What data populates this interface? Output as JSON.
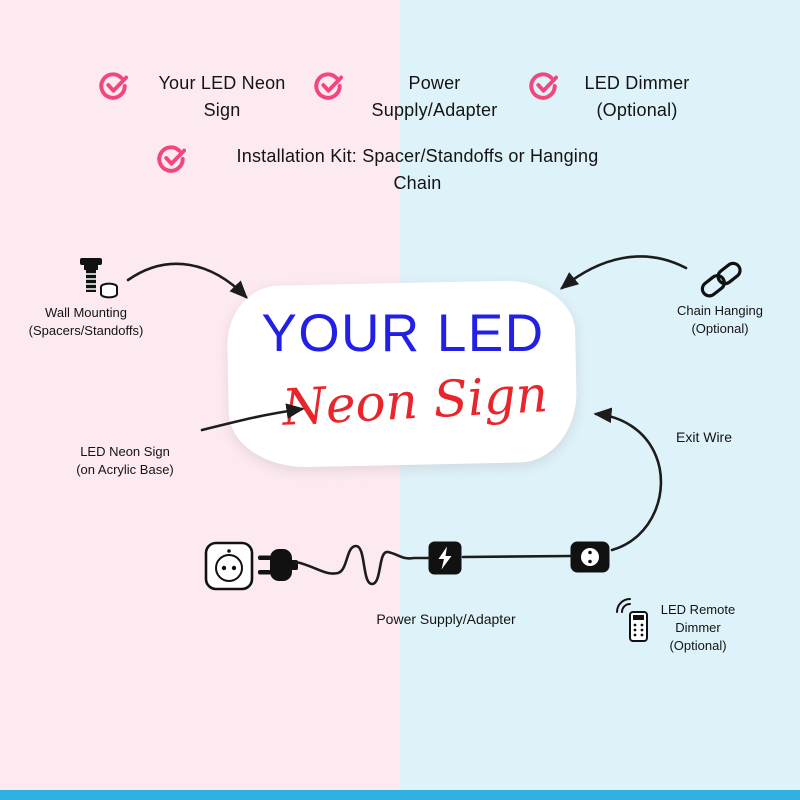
{
  "colors": {
    "bg-left": "#fdeaf1",
    "bg-right": "#def2f9",
    "bottom-bar": "#2fb1e2",
    "check": "#f2467c",
    "title-blue": "#2320e6",
    "script-red": "#e8252b",
    "ink": "#141414"
  },
  "checklist": [
    {
      "line1": "Your LED Neon",
      "line2": "Sign"
    },
    {
      "line1": "Power",
      "line2": "Supply/Adapter"
    },
    {
      "line1": "LED Dimmer",
      "line2": "(Optional)"
    },
    {
      "line1": "Installation Kit: Spacer/Standoffs or Hanging",
      "line2": "Chain"
    }
  ],
  "sign": {
    "title": "YOUR LED",
    "subtitle": "Neon Sign"
  },
  "labels": {
    "wall_mounting_1": "Wall Mounting",
    "wall_mounting_2": "(Spacers/Standoffs)",
    "chain_hanging_1": "Chain Hanging",
    "chain_hanging_2": "(Optional)",
    "neon_sign_1": "LED Neon Sign",
    "neon_sign_2": "(on Acrylic Base)",
    "exit_wire": "Exit Wire",
    "power_supply": "Power Supply/Adapter",
    "remote_1": "LED Remote",
    "remote_2": "Dimmer",
    "remote_3": "(Optional)"
  }
}
